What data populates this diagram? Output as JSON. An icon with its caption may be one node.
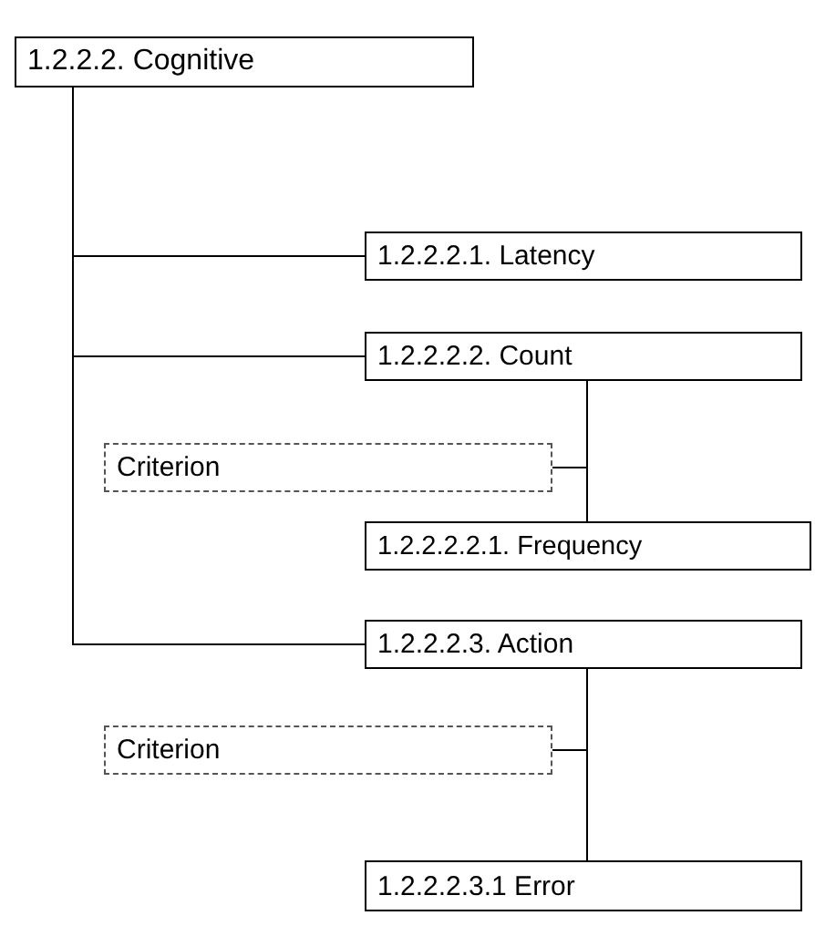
{
  "diagram": {
    "nodes": [
      {
        "text": [
          "1.2.2.2. Cognitive"
        ]
      },
      {
        "text": [
          "1.2.2.2.1. Latency"
        ]
      },
      {
        "text": [
          "1.2.2.2.2. Count"
        ]
      },
      {
        "text": [
          "Criterion"
        ]
      },
      {
        "text": [
          "1.2.2.2.2.1. Frequency"
        ]
      },
      {
        "text": [
          "1.2.2.2.3. Action"
        ]
      },
      {
        "text": [
          "Criterion"
        ]
      },
      {
        "text": [
          "1.2.2.2.3.1 Error"
        ]
      }
    ],
    "edges": [
      {
        "from": 0,
        "to": 1,
        "arrow": "none"
      },
      {
        "from": 0,
        "to": 2,
        "arrow": "none"
      },
      {
        "from": 0,
        "to": 5,
        "arrow": "none"
      },
      {
        "from": 2,
        "to": 4,
        "arrow": "none"
      },
      {
        "from": 3,
        "to": 2,
        "arrow": "none"
      },
      {
        "from": 5,
        "to": 7,
        "arrow": "none"
      },
      {
        "from": 6,
        "to": 5,
        "arrow": "none"
      }
    ]
  }
}
